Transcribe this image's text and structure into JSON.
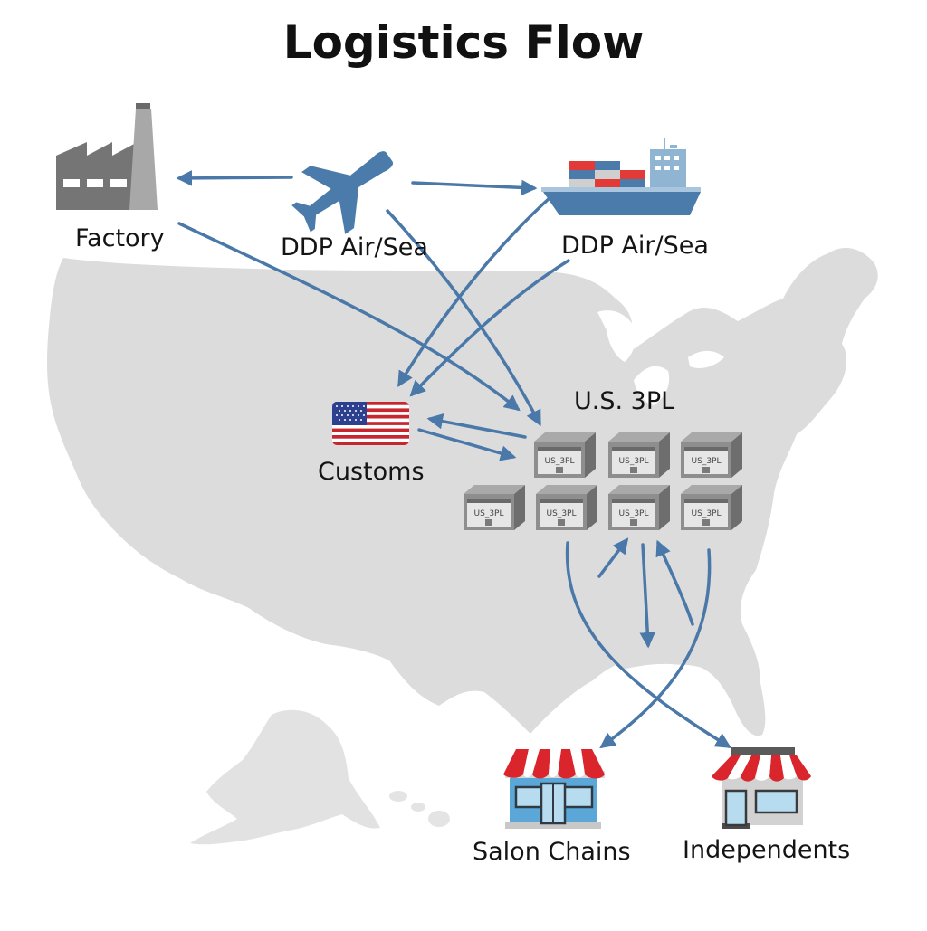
{
  "title": "Logistics Flow",
  "colors": {
    "arrow": "#4a78a8",
    "map": "#dcdcdc",
    "background": "#ffffff",
    "factory_dark": "#757575",
    "factory_light": "#a8a8a8",
    "plane": "#4a7bab",
    "ship_hull": "#4a7bab",
    "container_red": "#e23a36",
    "container_blue": "#4a7bab",
    "container_grey": "#cfcfcf",
    "awning_red": "#d9252b",
    "store_blue": "#5aa7d8",
    "store_grey": "#d2d2d2",
    "warehouse": "#8e8e8e"
  },
  "nodes": {
    "factory": {
      "label": "Factory",
      "icon": "factory-icon"
    },
    "air": {
      "label": "DDP Air/Sea",
      "icon": "airplane-icon"
    },
    "sea": {
      "label": "DDP Air/Sea",
      "icon": "cargo-ship-icon"
    },
    "customs": {
      "label": "Customs",
      "icon": "us-flag-icon"
    },
    "threepl": {
      "label": "U.S. 3PL",
      "icon": "warehouse-icon",
      "box_label": "US_3PL",
      "box_count": 7
    },
    "salon_chains": {
      "label": "Salon Chains",
      "icon": "storefront-icon"
    },
    "independents": {
      "label": "Independents",
      "icon": "storefront-icon"
    }
  },
  "flows": [
    {
      "from": "air",
      "to": "factory"
    },
    {
      "from": "air",
      "to": "sea"
    },
    {
      "from": "factory",
      "to": "threepl"
    },
    {
      "from": "air",
      "to": "threepl"
    },
    {
      "from": "sea",
      "to": "customs"
    },
    {
      "from": "sea",
      "to": "customs"
    },
    {
      "from": "threepl",
      "to": "customs"
    },
    {
      "from": "customs",
      "to": "threepl"
    },
    {
      "from": "threepl",
      "to": "independents"
    },
    {
      "from": "threepl",
      "to": "salon_chains"
    },
    {
      "from": "threepl",
      "to": "south"
    },
    {
      "from": "south",
      "to": "threepl"
    },
    {
      "from": "south",
      "to": "threepl"
    }
  ]
}
